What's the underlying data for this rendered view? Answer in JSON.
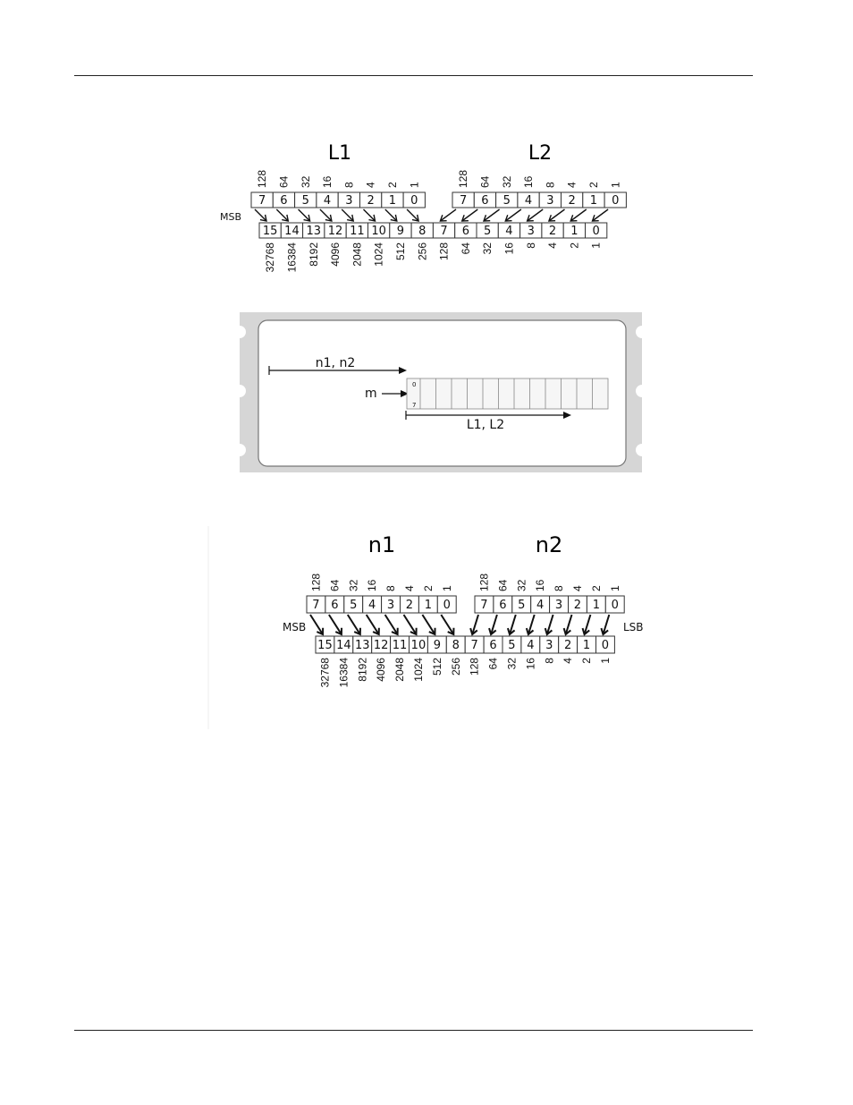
{
  "figure1": {
    "title_left": "L1",
    "title_right": "L2",
    "msb_label": "MSB",
    "byte_bits": [
      "7",
      "6",
      "5",
      "4",
      "3",
      "2",
      "1",
      "0"
    ],
    "byte_weights": [
      "128",
      "64",
      "32",
      "16",
      "8",
      "4",
      "2",
      "1"
    ],
    "word_bits": [
      "15",
      "14",
      "13",
      "12",
      "11",
      "10",
      "9",
      "8",
      "7",
      "6",
      "5",
      "4",
      "3",
      "2",
      "1",
      "0"
    ],
    "word_weights": [
      "32768",
      "16384",
      "8192",
      "4096",
      "2048",
      "1024",
      "512",
      "256",
      "128",
      "64",
      "32",
      "16",
      "8",
      "4",
      "2",
      "1"
    ]
  },
  "figure2": {
    "n_label": "n1, n2",
    "m_label": "m",
    "l_label": "L1, L2",
    "row_top": "0",
    "row_bottom": "7"
  },
  "figure3": {
    "title_left": "n1",
    "title_right": "n2",
    "msb_label": "MSB",
    "lsb_label": "LSB",
    "byte_bits": [
      "7",
      "6",
      "5",
      "4",
      "3",
      "2",
      "1",
      "0"
    ],
    "byte_weights": [
      "128",
      "64",
      "32",
      "16",
      "8",
      "4",
      "2",
      "1"
    ],
    "word_bits": [
      "15",
      "14",
      "13",
      "12",
      "11",
      "10",
      "9",
      "8",
      "7",
      "6",
      "5",
      "4",
      "3",
      "2",
      "1",
      "0"
    ],
    "word_weights": [
      "32768",
      "16384",
      "8192",
      "4096",
      "2048",
      "1024",
      "512",
      "256",
      "128",
      "64",
      "32",
      "16",
      "8",
      "4",
      "2",
      "1"
    ]
  }
}
